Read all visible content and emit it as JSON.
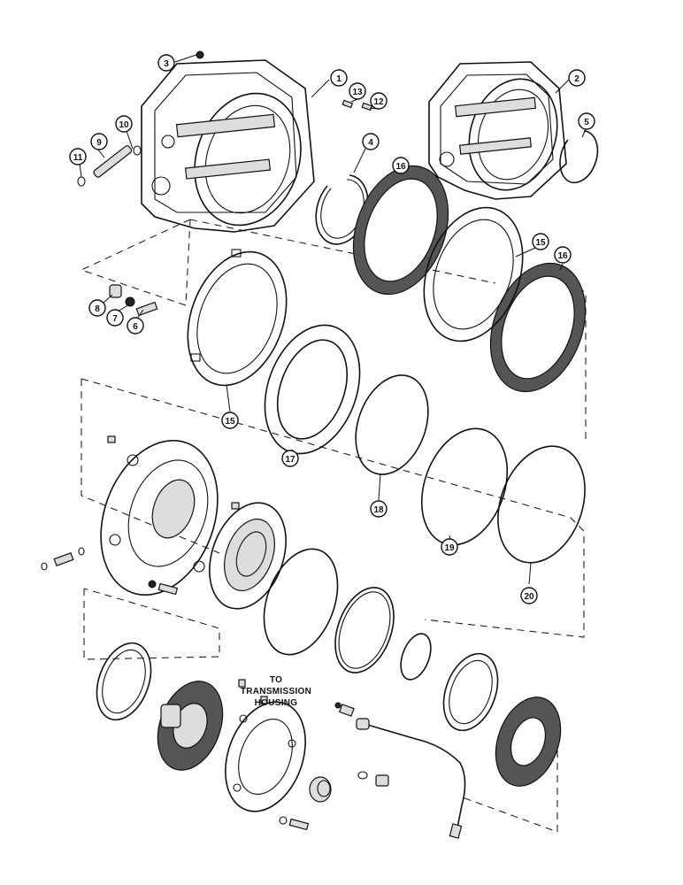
{
  "callouts": [
    {
      "id": "c1",
      "label": "1"
    },
    {
      "id": "c2",
      "label": "2"
    },
    {
      "id": "c3",
      "label": "3"
    },
    {
      "id": "c4",
      "label": "4"
    },
    {
      "id": "c5",
      "label": "5"
    },
    {
      "id": "c6",
      "label": "6"
    },
    {
      "id": "c7",
      "label": "7"
    },
    {
      "id": "c8",
      "label": "8"
    },
    {
      "id": "c9",
      "label": "9"
    },
    {
      "id": "c10",
      "label": "10"
    },
    {
      "id": "c11",
      "label": "11"
    },
    {
      "id": "c12",
      "label": "12"
    },
    {
      "id": "c13",
      "label": "13"
    },
    {
      "id": "c15a",
      "label": "15"
    },
    {
      "id": "c15b",
      "label": "15"
    },
    {
      "id": "c16a",
      "label": "16"
    },
    {
      "id": "c16b",
      "label": "16"
    },
    {
      "id": "c17",
      "label": "17"
    },
    {
      "id": "c18",
      "label": "18"
    },
    {
      "id": "c19",
      "label": "19"
    },
    {
      "id": "c20",
      "label": "20"
    }
  ],
  "note": {
    "line1": "TO",
    "line2": "TRANSMISSION",
    "line3": "HOUSING"
  }
}
